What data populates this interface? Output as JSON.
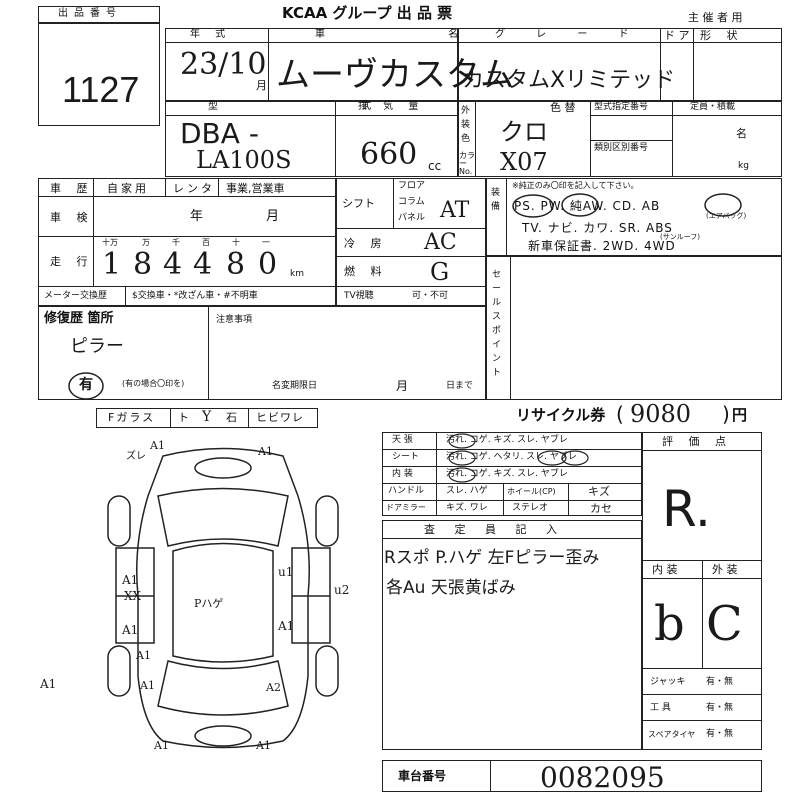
{
  "header": {
    "lot_label": "出品番号",
    "lot_number": "1127",
    "title": "KCAA グループ 出 品 票",
    "organizer": "主 催 者 用"
  },
  "row1": {
    "year_label": "年 式",
    "year_value": "23/10",
    "year_unit": "月",
    "name_label": "車 名",
    "name_value": "ムーヴカスタム",
    "grade_label": "グ レ ー ド",
    "grade_value": "カスタムXリミテッド",
    "door_label": "ド ア",
    "shape_label": "形 状"
  },
  "row2": {
    "model_label": "型 式",
    "model_value_1": "DBA -",
    "model_value_2": "LA100S",
    "displacement_label": "排 気 量",
    "displacement_value": "660",
    "displacement_unit": "cc",
    "exterior_label": "外装色",
    "color_no_label": "カラーNo.",
    "color_label": "色 替",
    "color_value": "クロ",
    "color_no_value": "X07",
    "type_code_label": "型式指定番号",
    "class_code_label": "類別区別番号",
    "capacity_label": "定員・積載",
    "capacity_unit_1": "名",
    "capacity_unit_2": "kg"
  },
  "history": {
    "label": "車 歴",
    "options": [
      "自家用",
      "レンタ",
      "事業,営業車"
    ],
    "inspection_label": "車 検",
    "inspection_year": "年",
    "inspection_month": "月",
    "mileage_label": "走 行",
    "mileage_headers": [
      "十万",
      "万",
      "千",
      "百",
      "十",
      "一"
    ],
    "mileage_digits": [
      "1",
      "8",
      "4",
      "4",
      "8",
      "0"
    ],
    "mileage_unit": "km",
    "meter_label": "メーター交換歴",
    "meter_options": "$交換車・*改ざん車・#不明車"
  },
  "drivetrain": {
    "shift_label": "シフト",
    "shift_options": [
      "フロア",
      "コラム",
      "パネル"
    ],
    "shift_value": "AT",
    "ac_label": "冷 房",
    "ac_value": "AC",
    "fuel_label": "燃 料",
    "fuel_value": "G",
    "tv_label": "TV視聴",
    "tv_options": "可・不可"
  },
  "equipment": {
    "label": "装備",
    "note": "※純正のみ〇印を記入して下さい。",
    "row1": "PS. PW. 純AW. CD. AB",
    "ab_note": "(エアバッグ)",
    "row2": "TV. ナビ. カワ. SR. ABS",
    "sr_note": "(サンルーフ)",
    "row3": "新車保証書. 2WD. 4WD",
    "sales_point_label": "セールスポイント"
  },
  "repair": {
    "label": "修復歴 箇所",
    "value": "ピラー",
    "has_label": "有",
    "has_note": "(有の場合〇印を)",
    "notes_label": "注意事項",
    "name_change_label": "名変期限日",
    "month_label": "月",
    "day_label": "日まで"
  },
  "glass": {
    "labels": [
      "Fガラス",
      "ト",
      "石",
      "ヒビワレ"
    ],
    "mark": "Y"
  },
  "recycle": {
    "label": "リサイクル券",
    "value": "9080",
    "unit": "円"
  },
  "interior": {
    "rows": [
      {
        "label": "天 張",
        "options": "汚れ. コゲ. キズ. スレ. ヤブレ"
      },
      {
        "label": "シート",
        "options": "汚れ. コゲ. ヘタリ. スレ. ヤブレ"
      },
      {
        "label": "内 装",
        "options": "汚れ. コゲ. キズ. スレ. ヤブレ"
      },
      {
        "label": "ハンドル",
        "options": "スレ. ハゲ",
        "extra": "ホイール(CP)",
        "extra2": "キズ"
      },
      {
        "label": "ドアミラー",
        "options": "キズ. ワレ",
        "extra": "ステレオ",
        "extra2": "カセ"
      }
    ],
    "inspector_label": "査 定 員 記 入",
    "inspector_line1": "Rスポ P.ハゲ 左Fピラー歪み",
    "inspector_line2": "各Au 天張黄ばみ"
  },
  "grades": {
    "score_label": "評 価 点",
    "score_value": "R.",
    "interior_label": "内 装",
    "exterior_label": "外 装",
    "interior_value": "b",
    "exterior_value": "C"
  },
  "accessories": [
    {
      "label": "ジャッキ",
      "options": "有・無"
    },
    {
      "label": "工 具",
      "options": "有・無"
    },
    {
      "label": "スペアタイヤ",
      "options": "有・無"
    }
  ],
  "chassis": {
    "label": "車台番号",
    "value": "0082095"
  },
  "diagram": {
    "marks": [
      "A1",
      "A1",
      "ズレ",
      "A1",
      "XX",
      "A1",
      "u1",
      "u2",
      "A1",
      "A1",
      "A1",
      "A1",
      "A1",
      "A2",
      "A1",
      "Pハゲ"
    ]
  }
}
